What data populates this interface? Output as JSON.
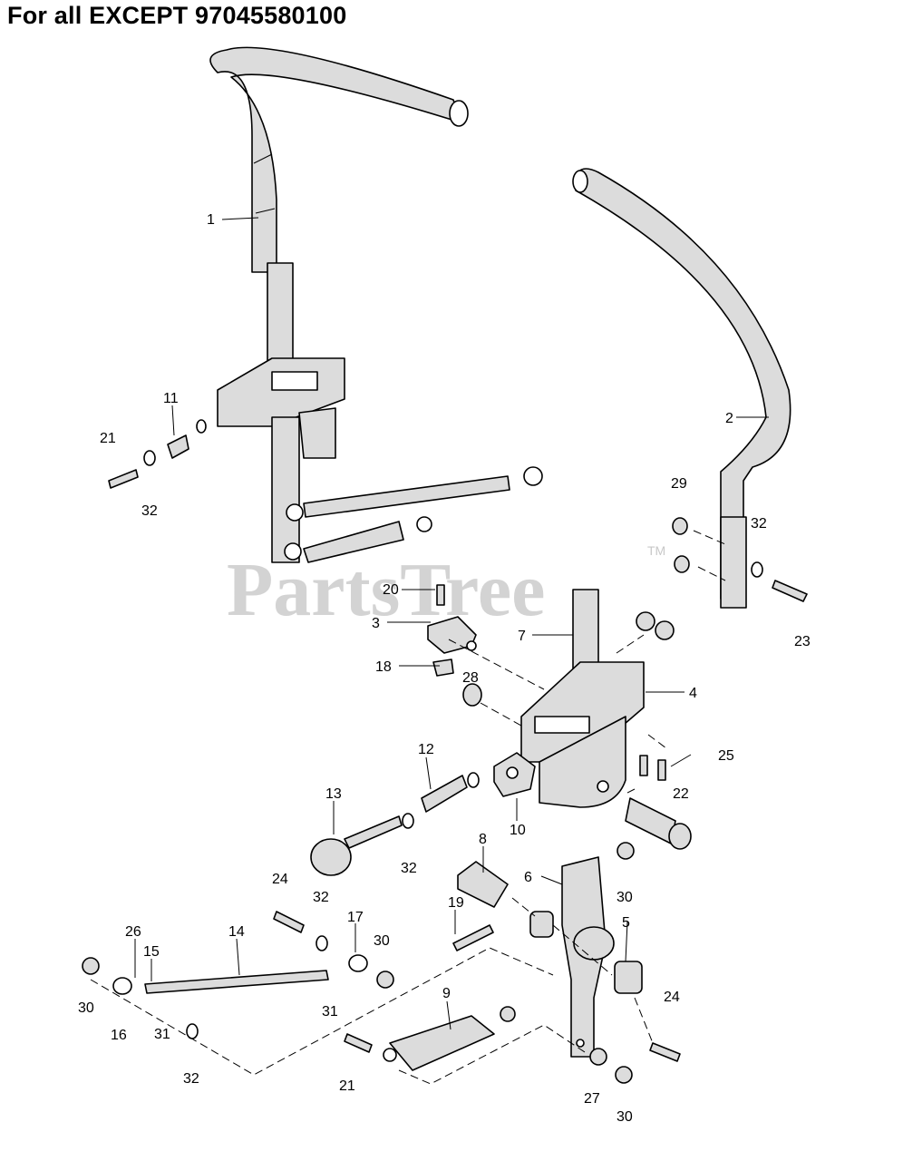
{
  "title": "For all EXCEPT 97045580100",
  "watermark": {
    "text": "PartsTree",
    "trademark": "TM"
  },
  "callouts": [
    {
      "id": "c1",
      "text": "1"
    },
    {
      "id": "c2",
      "text": "2"
    },
    {
      "id": "c3",
      "text": "3"
    },
    {
      "id": "c4",
      "text": "4"
    },
    {
      "id": "c5",
      "text": "5"
    },
    {
      "id": "c6",
      "text": "6"
    },
    {
      "id": "c7",
      "text": "7"
    },
    {
      "id": "c8",
      "text": "8"
    },
    {
      "id": "c9",
      "text": "9"
    },
    {
      "id": "c10",
      "text": "10"
    },
    {
      "id": "c11",
      "text": "11"
    },
    {
      "id": "c12",
      "text": "12"
    },
    {
      "id": "c13",
      "text": "13"
    },
    {
      "id": "c14",
      "text": "14"
    },
    {
      "id": "c15",
      "text": "15"
    },
    {
      "id": "c16",
      "text": "16"
    },
    {
      "id": "c17",
      "text": "17"
    },
    {
      "id": "c18",
      "text": "18"
    },
    {
      "id": "c19",
      "text": "19"
    },
    {
      "id": "c20",
      "text": "20"
    },
    {
      "id": "c21a",
      "text": "21"
    },
    {
      "id": "c21b",
      "text": "21"
    },
    {
      "id": "c22",
      "text": "22"
    },
    {
      "id": "c23",
      "text": "23"
    },
    {
      "id": "c24a",
      "text": "24"
    },
    {
      "id": "c24b",
      "text": "24"
    },
    {
      "id": "c25",
      "text": "25"
    },
    {
      "id": "c26",
      "text": "26"
    },
    {
      "id": "c27",
      "text": "27"
    },
    {
      "id": "c28",
      "text": "28"
    },
    {
      "id": "c29",
      "text": "29"
    },
    {
      "id": "c30a",
      "text": "30"
    },
    {
      "id": "c30b",
      "text": "30"
    },
    {
      "id": "c30c",
      "text": "30"
    },
    {
      "id": "c30d",
      "text": "30"
    },
    {
      "id": "c31a",
      "text": "31"
    },
    {
      "id": "c31b",
      "text": "31"
    },
    {
      "id": "c32a",
      "text": "32"
    },
    {
      "id": "c32b",
      "text": "32"
    },
    {
      "id": "c32c",
      "text": "32"
    },
    {
      "id": "c32d",
      "text": "32"
    },
    {
      "id": "c32e",
      "text": "32"
    }
  ]
}
